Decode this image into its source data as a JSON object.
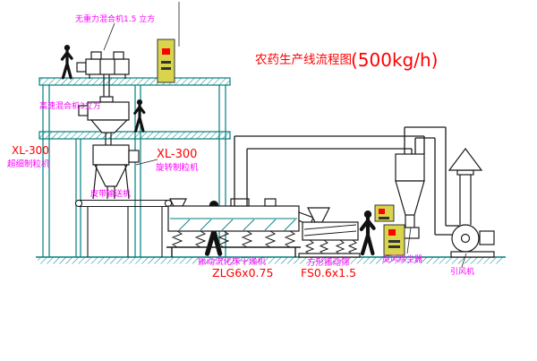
{
  "title": {
    "cn": "农药生产线流程图",
    "capacity": "(500kg/h)"
  },
  "labels": {
    "gravity_mixer": "无重力混合机1.5 立方",
    "high_speed_mixer": "高速混合机3立方",
    "granulator_left_model": "XL-300",
    "granulator_left_name": "超细制粒机",
    "granulator_right_model": "XL-300",
    "granulator_right_name": "旋转制粒机",
    "belt_conveyor": "皮带输送机",
    "dryer_name": "振动流化床干燥机",
    "dryer_model": "ZLG6x0.75",
    "screen_name": "方形振动筛",
    "screen_model": "FS0.6x1.5",
    "cyclone": "旋风除尘器",
    "fan": "引风机"
  },
  "colors": {
    "structure_teal": "#007E7E",
    "label_magenta": "#FF00FF",
    "model_red": "#FF0000",
    "panel_yellow": "#D8D44C",
    "button_red": "#FF0000",
    "line_black": "#1A1A1A"
  }
}
